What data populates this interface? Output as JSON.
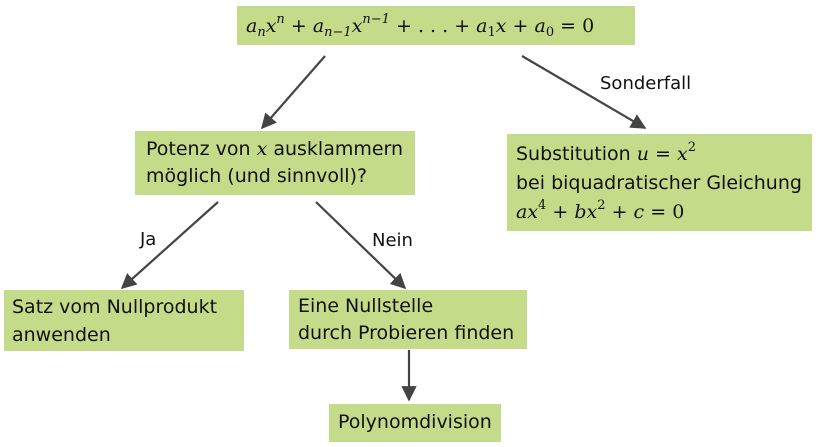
{
  "nodes": {
    "equation": {
      "terms": [
        "a",
        "n",
        "x",
        "n",
        "+",
        "a",
        "n−1",
        "x",
        "n−1",
        "+ . . . +",
        "a",
        "1",
        "x",
        "+",
        "a",
        "0",
        "= 0"
      ]
    },
    "power": {
      "line1_a": "Potenz von",
      "var": "x",
      "line1_b": "ausklammern",
      "line2": "möglich (und sinnvoll)?"
    },
    "substitution": {
      "line1_a": "Substitution",
      "line1_math_a": "u",
      "line1_math_eq": "=",
      "line1_math_b": "x",
      "line1_math_exp": "2",
      "line2": "bei biquadratischer Gleichung",
      "line3": {
        "a": "ax",
        "e1": "4",
        "p1": "+",
        "b": "bx",
        "e2": "2",
        "p2": "+",
        "c": "c",
        "eq": "= 0"
      }
    },
    "nullprodukt": {
      "line1": "Satz vom Nullprodukt",
      "line2": "anwenden"
    },
    "probieren": {
      "line1": "Eine Nullstelle",
      "line2": "durch Probieren finden"
    },
    "polynomdivision": {
      "label": "Polynomdivision"
    }
  },
  "edge_labels": {
    "sonderfall": "Sonderfall",
    "ja": "Ja",
    "nein": "Nein"
  },
  "colors": {
    "node_fill": "#c4dc8a",
    "arrow": "#444444"
  }
}
